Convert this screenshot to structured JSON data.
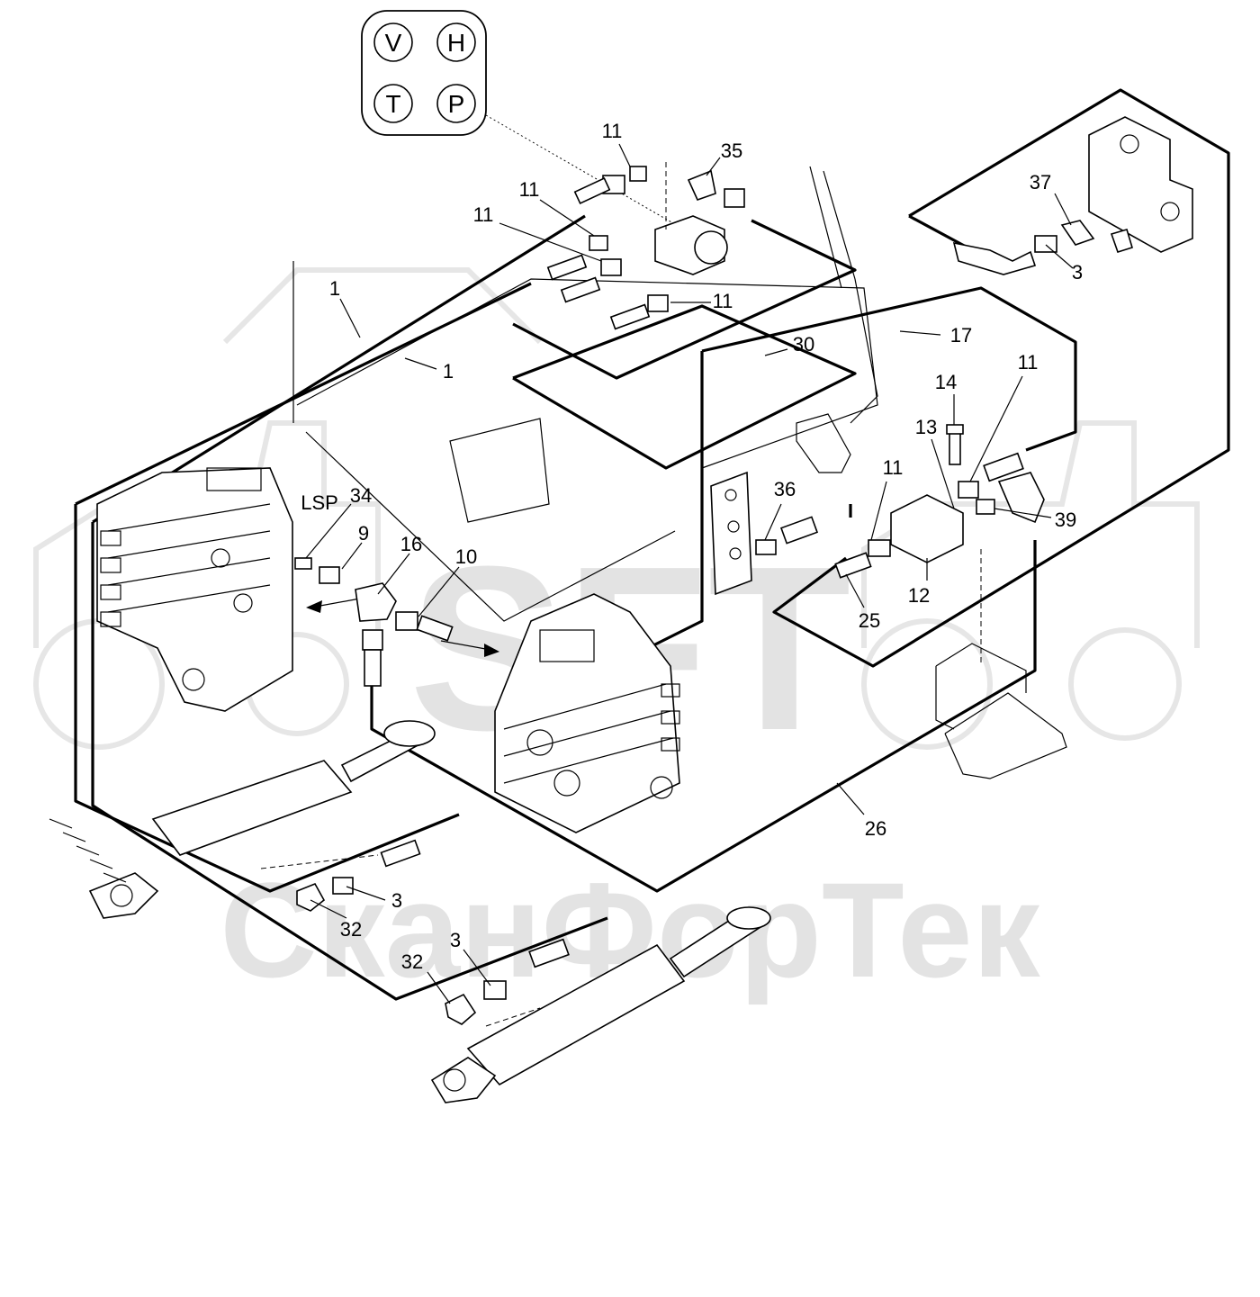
{
  "watermark": {
    "logo": "SFT",
    "text": "СканФорТек"
  },
  "port_legend": {
    "ports": [
      "V",
      "H",
      "T",
      "P"
    ]
  },
  "labels": [
    {
      "id": "lbl-11-a",
      "text": "11"
    },
    {
      "id": "lbl-35",
      "text": "35"
    },
    {
      "id": "lbl-11-b",
      "text": "11"
    },
    {
      "id": "lbl-11-c",
      "text": "11"
    },
    {
      "id": "lbl-11-d",
      "text": "11"
    },
    {
      "id": "lbl-37",
      "text": "37"
    },
    {
      "id": "lbl-3-a",
      "text": "3"
    },
    {
      "id": "lbl-1-a",
      "text": "1"
    },
    {
      "id": "lbl-1-b",
      "text": "1"
    },
    {
      "id": "lbl-30",
      "text": "30"
    },
    {
      "id": "lbl-17",
      "text": "17"
    },
    {
      "id": "lbl-14",
      "text": "14"
    },
    {
      "id": "lbl-11-e",
      "text": "11"
    },
    {
      "id": "lbl-13",
      "text": "13"
    },
    {
      "id": "lbl-11-f",
      "text": "11"
    },
    {
      "id": "lbl-39",
      "text": "39"
    },
    {
      "id": "lbl-lsp",
      "text": "LSP"
    },
    {
      "id": "lbl-34",
      "text": "34"
    },
    {
      "id": "lbl-9",
      "text": "9"
    },
    {
      "id": "lbl-16",
      "text": "16"
    },
    {
      "id": "lbl-10",
      "text": "10"
    },
    {
      "id": "lbl-36",
      "text": "36"
    },
    {
      "id": "lbl-12",
      "text": "12"
    },
    {
      "id": "lbl-25",
      "text": "25"
    },
    {
      "id": "lbl-26",
      "text": "26"
    },
    {
      "id": "lbl-3-b",
      "text": "3"
    },
    {
      "id": "lbl-32-a",
      "text": "32"
    },
    {
      "id": "lbl-3-c",
      "text": "3"
    },
    {
      "id": "lbl-32-b",
      "text": "32"
    }
  ]
}
